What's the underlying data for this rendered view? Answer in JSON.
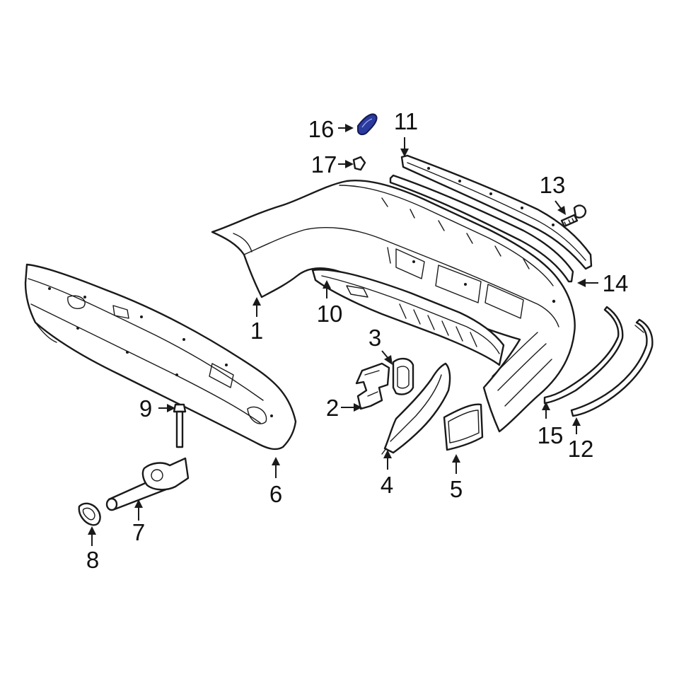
{
  "diagram": {
    "highlight_color": "#2a3a9e",
    "callouts": [
      {
        "id": "1",
        "text": "1"
      },
      {
        "id": "2",
        "text": "2"
      },
      {
        "id": "3",
        "text": "3"
      },
      {
        "id": "4",
        "text": "4"
      },
      {
        "id": "5",
        "text": "5"
      },
      {
        "id": "6",
        "text": "6"
      },
      {
        "id": "7",
        "text": "7"
      },
      {
        "id": "8",
        "text": "8"
      },
      {
        "id": "9",
        "text": "9"
      },
      {
        "id": "10",
        "text": "10"
      },
      {
        "id": "11",
        "text": "11"
      },
      {
        "id": "12",
        "text": "12"
      },
      {
        "id": "13",
        "text": "13"
      },
      {
        "id": "14",
        "text": "14"
      },
      {
        "id": "15",
        "text": "15"
      },
      {
        "id": "16",
        "text": "16"
      },
      {
        "id": "17",
        "text": "17"
      }
    ]
  }
}
